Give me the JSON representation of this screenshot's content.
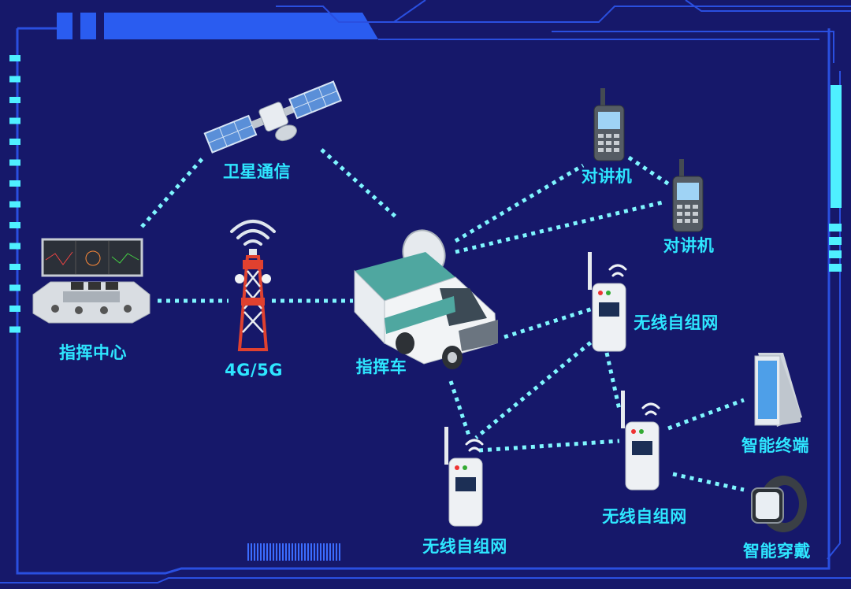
{
  "theme": {
    "background": "#16186a",
    "frame": "#2a4fe0",
    "accent": "#2ee6ff",
    "link_color": "#7ff6ff"
  },
  "nodes": {
    "satellite": {
      "label": "卫星通信",
      "icon": "satellite-icon"
    },
    "command_center": {
      "label": "指挥中心",
      "icon": "control-room-icon"
    },
    "tower": {
      "label": "4G/5G",
      "icon": "cell-tower-icon"
    },
    "command_vehicle": {
      "label": "指挥车",
      "icon": "command-van-icon"
    },
    "radio_1": {
      "label": "对讲机",
      "icon": "walkie-talkie-icon"
    },
    "radio_2": {
      "label": "对讲机",
      "icon": "walkie-talkie-icon"
    },
    "mesh_1": {
      "label": "无线自组网",
      "icon": "mesh-radio-icon"
    },
    "mesh_2": {
      "label": "无线自组网",
      "icon": "mesh-radio-icon"
    },
    "mesh_3": {
      "label": "无线自组网",
      "icon": "mesh-radio-icon"
    },
    "smart_terminal": {
      "label": "智能终端",
      "icon": "smartphone-icon"
    },
    "smart_wearable": {
      "label": "智能穿戴",
      "icon": "smartwatch-icon"
    }
  }
}
